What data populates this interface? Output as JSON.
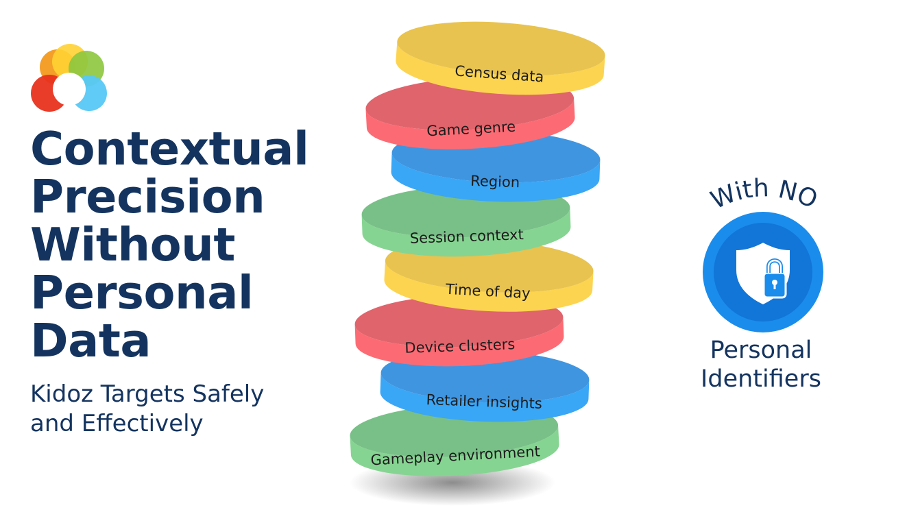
{
  "logo": {
    "name": "Kidoz logo",
    "colors": [
      "#f39a1d",
      "#ffd233",
      "#8cc63e",
      "#e8321e",
      "#56c8f5",
      "#ffffff"
    ]
  },
  "headline": {
    "lines": [
      "Contextual",
      "Precision",
      "Without",
      "Personal",
      "Data"
    ],
    "color": "#14345f"
  },
  "subheadline": {
    "lines": [
      "Kidoz Targets Safely",
      "and Effectively"
    ]
  },
  "stack": {
    "discs": [
      {
        "label": "Census data",
        "color": "yellow"
      },
      {
        "label": "Game genre",
        "color": "red"
      },
      {
        "label": "Region",
        "color": "blue"
      },
      {
        "label": "Session context",
        "color": "green"
      },
      {
        "label": "Time of day",
        "color": "yellow"
      },
      {
        "label": "Device clusters",
        "color": "red"
      },
      {
        "label": "Retailer insights",
        "color": "blue"
      },
      {
        "label": "Gameplay environment",
        "color": "green"
      }
    ],
    "palette": {
      "yellow": {
        "top": "#e8c34f",
        "side": "#fdd44f"
      },
      "red": {
        "top": "#e0646c",
        "side": "#fc6b74"
      },
      "blue": {
        "top": "#3f95e0",
        "side": "#3aa6f6"
      },
      "green": {
        "top": "#78c087",
        "side": "#86d492"
      }
    }
  },
  "badge": {
    "curved_text": "With NO",
    "icon": "shield-lock-icon",
    "label_lines": [
      "Personal",
      "Identifiers"
    ],
    "ring_color": "#1a8cec",
    "inner_color": "#1275d8"
  }
}
